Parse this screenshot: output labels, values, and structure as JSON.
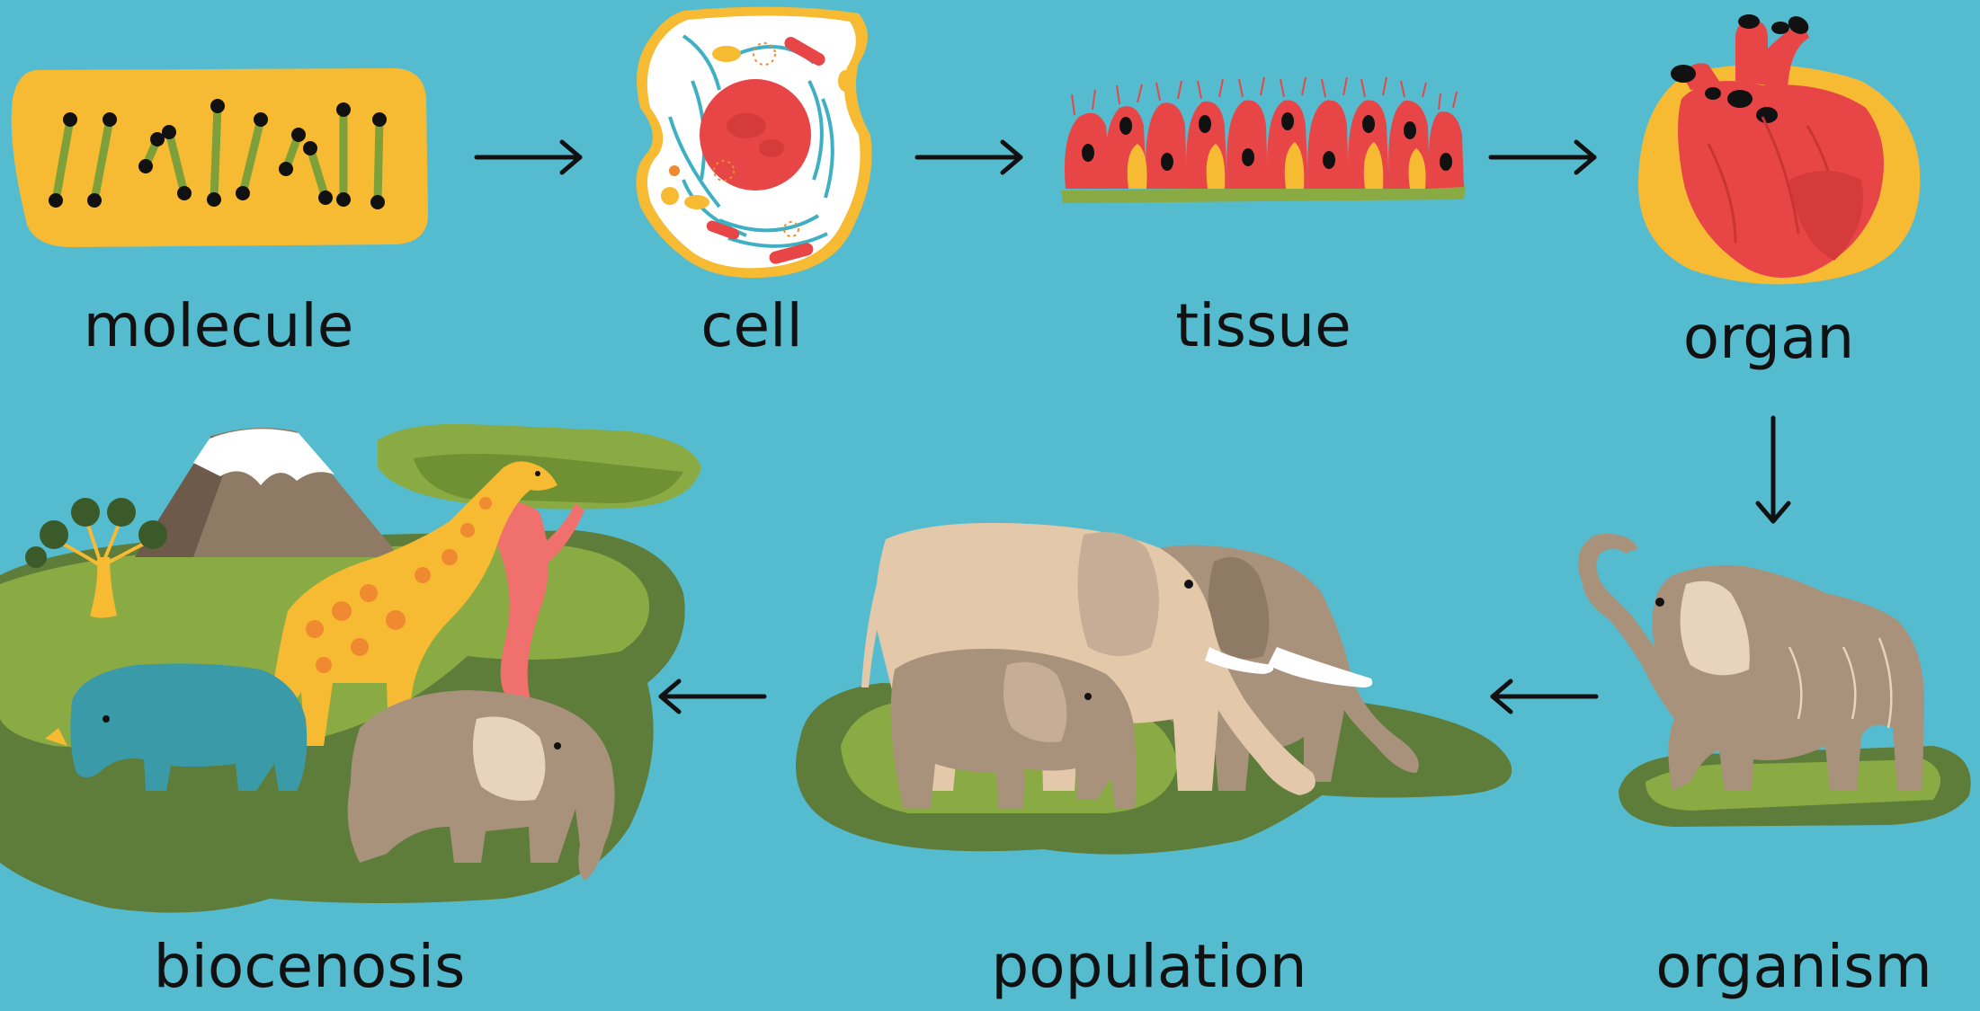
{
  "stages": {
    "molecule": "molecule",
    "cell": "cell",
    "tissue": "tissue",
    "organ": "organ",
    "organism": "organism",
    "population": "population",
    "biocenosis": "biocenosis"
  },
  "colors": {
    "background": "#55bcd0",
    "yellow": "#f7bb33",
    "red": "#e84646",
    "green": "#8aab43",
    "dark_green": "#5e7c3a",
    "elephant": "#a8927c",
    "ink": "#111111"
  },
  "icons": [
    "molecule-icon",
    "cell-icon",
    "tissue-icon",
    "heart-organ-icon",
    "elephant-organism-icon",
    "elephant-herd-icon",
    "savanna-biocenosis-icon",
    "arrow-icon"
  ]
}
